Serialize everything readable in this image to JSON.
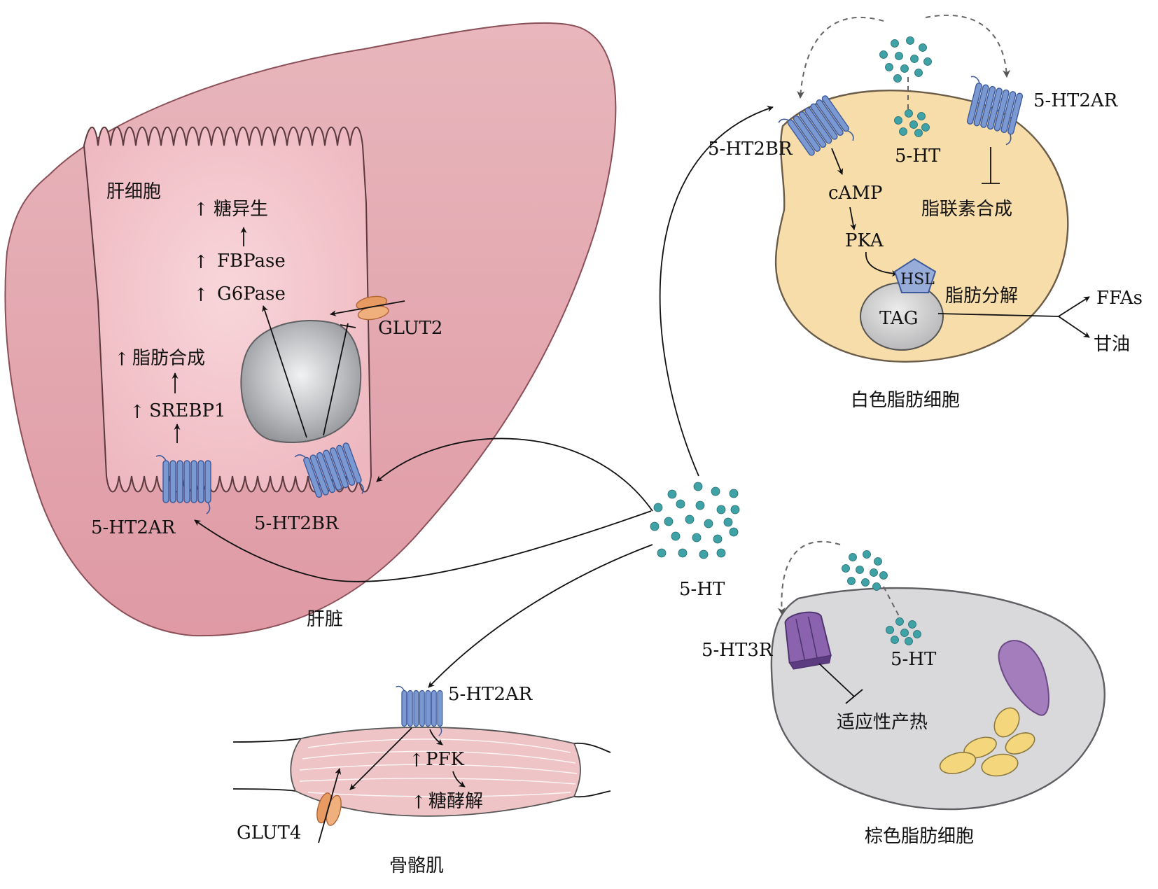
{
  "colors": {
    "liver_fill": "#e4a5ae",
    "hepatocyte_fill": "#f3c3c9",
    "nucleus_fill": "#a9abb0",
    "wat_fill": "#f6ddaa",
    "bat_fill": "#d9d9dc",
    "muscle_fill": "#efc4c6",
    "receptor_blue": "#7a98d2",
    "receptor_purple": "#8a62ad",
    "serotonin_dot": "#3fa2a6",
    "glut_orange": "#e89a63",
    "hsl_blue": "#98acd9",
    "lipid_yellow": "#f4d77c",
    "mito_purple": "#a47dbd"
  },
  "liver": {
    "label": "肝脏",
    "hepatocyte_label": "肝细胞",
    "gluconeogenesis": "糖异生",
    "fbpase": "FBPase",
    "g6pase": "G6Pase",
    "lipogenesis": "脂肪合成",
    "srebp1": "SREBP1",
    "glut2": "GLUT2",
    "receptor_a": "5-HT2AR",
    "receptor_b": "5-HT2BR",
    "up_arrow": "↑"
  },
  "serotonin_center": {
    "label": "5-HT"
  },
  "wat": {
    "label": "白色脂肪细胞",
    "receptor_b": "5-HT2BR",
    "receptor_a": "5-HT2AR",
    "serotonin": "5-HT",
    "camp": "cAMP",
    "pka": "PKA",
    "hsl": "HSL",
    "tag": "TAG",
    "lipolysis": "脂肪分解",
    "adiponectin": "脂联素合成",
    "ffas": "FFAs",
    "glycerol": "甘油"
  },
  "bat": {
    "label": "棕色脂肪细胞",
    "receptor": "5-HT3R",
    "serotonin": "5-HT",
    "thermogenesis": "适应性产热"
  },
  "muscle": {
    "label": "骨骼肌",
    "receptor": "5-HT2AR",
    "pfk": "PFK",
    "glycolysis": "糖酵解",
    "glut4": "GLUT4",
    "up_arrow": "↑"
  }
}
